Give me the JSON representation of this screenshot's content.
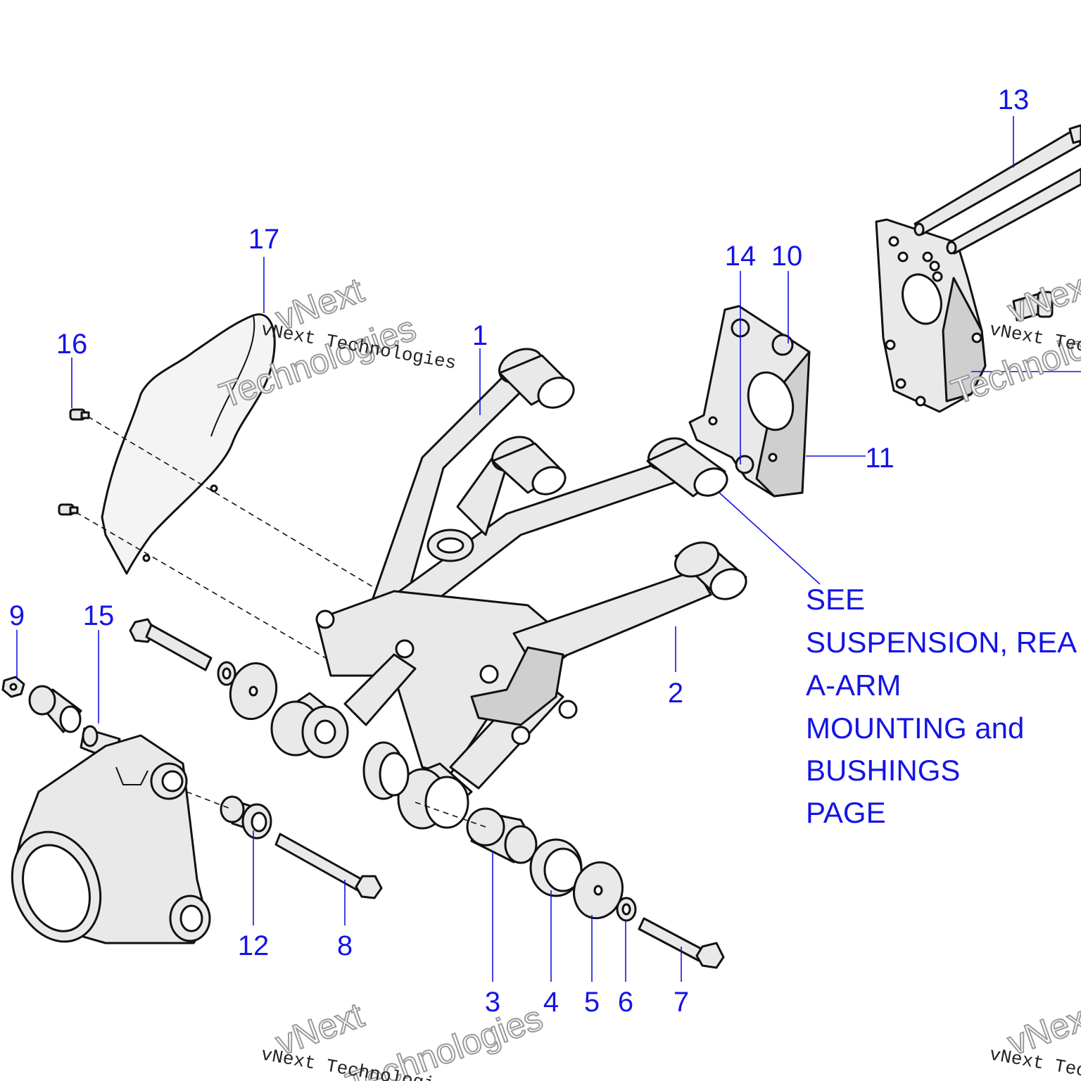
{
  "callouts": [
    {
      "id": "1",
      "label": "1"
    },
    {
      "id": "2",
      "label": "2"
    },
    {
      "id": "3",
      "label": "3"
    },
    {
      "id": "4",
      "label": "4"
    },
    {
      "id": "5",
      "label": "5"
    },
    {
      "id": "6",
      "label": "6"
    },
    {
      "id": "7",
      "label": "7"
    },
    {
      "id": "8",
      "label": "8"
    },
    {
      "id": "9",
      "label": "9"
    },
    {
      "id": "10",
      "label": "10"
    },
    {
      "id": "11",
      "label": "11"
    },
    {
      "id": "12",
      "label": "12"
    },
    {
      "id": "13",
      "label": "13"
    },
    {
      "id": "14",
      "label": "14"
    },
    {
      "id": "15",
      "label": "15"
    },
    {
      "id": "16",
      "label": "16"
    },
    {
      "id": "17",
      "label": "17"
    }
  ],
  "reference_note": {
    "lines": [
      "SEE",
      "SUSPENSION, REA",
      "A-ARM",
      "MOUNTING and",
      "BUSHINGS",
      "PAGE"
    ]
  },
  "watermark": {
    "small": "vNext Technologies",
    "big_line1": "vNext",
    "big_line2": "Technologies"
  },
  "colors": {
    "callout": "#1414e6",
    "line_art": "#111111",
    "fill": "#e9e9e9"
  }
}
